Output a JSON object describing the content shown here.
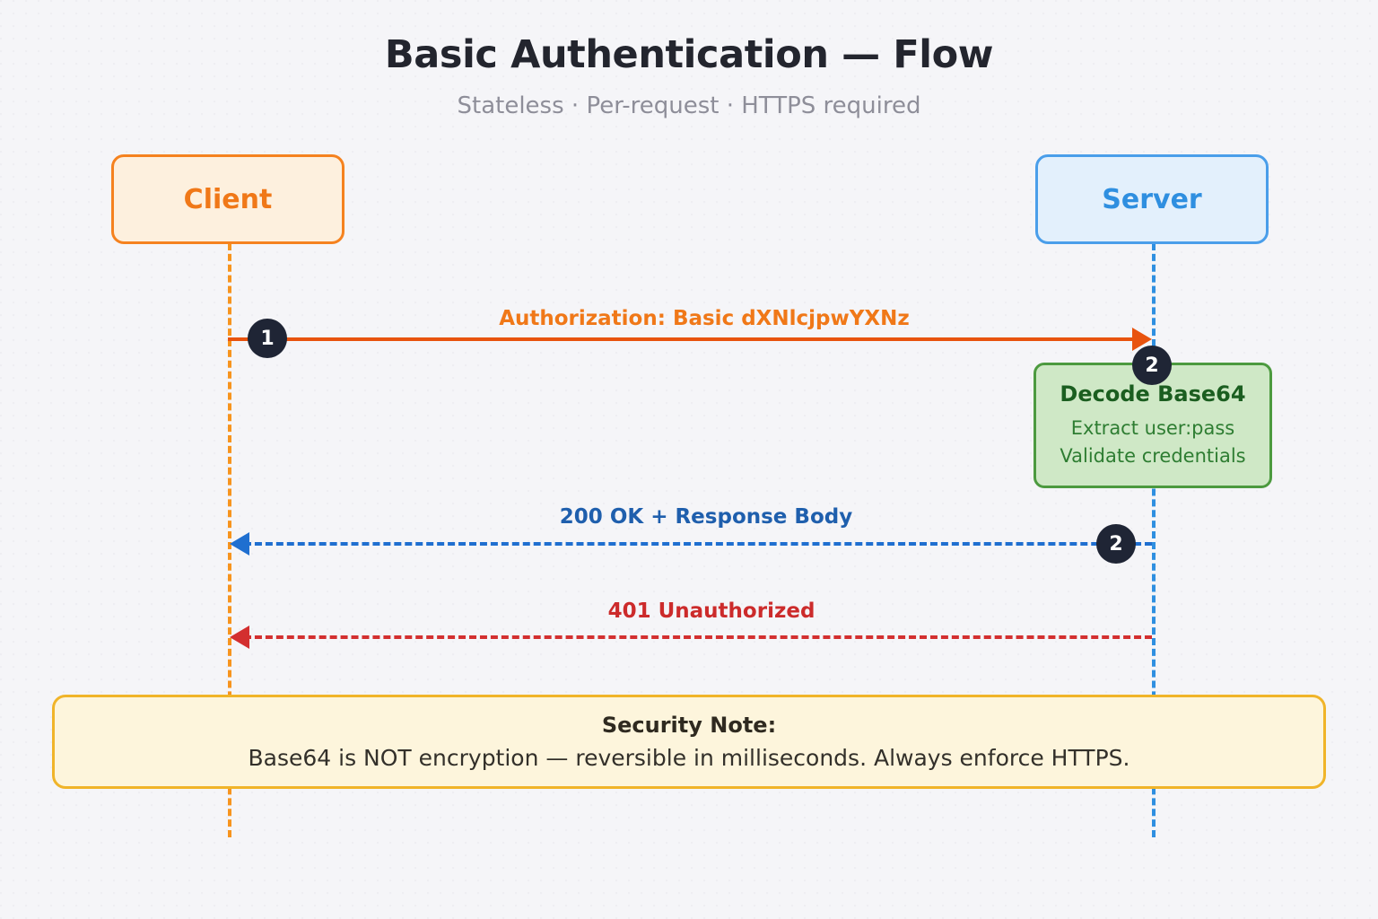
{
  "header": {
    "title": "Basic Authentication — Flow",
    "subtitle": "Stateless · Per-request · HTTPS required"
  },
  "participants": [
    {
      "id": "client",
      "label": "Client"
    },
    {
      "id": "server",
      "label": "Server"
    }
  ],
  "messages": [
    {
      "id": "auth-request",
      "step": "1",
      "label": "Authorization: Basic dXNlcjpwYXNz",
      "direction": "client-to-server",
      "style": "solid",
      "color": "#e8530e"
    },
    {
      "id": "ok-response",
      "step": "2",
      "label": "200 OK + Response Body",
      "direction": "server-to-client",
      "style": "dashed",
      "color": "#1f6fd0"
    },
    {
      "id": "unauthorized-response",
      "step": "",
      "label": "401 Unauthorized",
      "direction": "server-to-client",
      "style": "dashed",
      "color": "#d32f2f"
    }
  ],
  "process_note": {
    "step": "2",
    "title": "Decode Base64",
    "lines": [
      "Extract user:pass",
      "Validate credentials"
    ]
  },
  "security_note": {
    "title": "Security Note:",
    "body": "Base64 is NOT encryption — reversible in milliseconds. Always enforce HTTPS."
  },
  "colors": {
    "background": "#f5f5f8",
    "client_accent": "#f5821f",
    "server_accent": "#4a9eea",
    "request_line": "#e8530e",
    "success_line": "#1f6fd0",
    "error_line": "#d32f2f",
    "note_green": "#4c9a3f",
    "note_amber": "#f0b429",
    "badge": "#1f2535"
  }
}
